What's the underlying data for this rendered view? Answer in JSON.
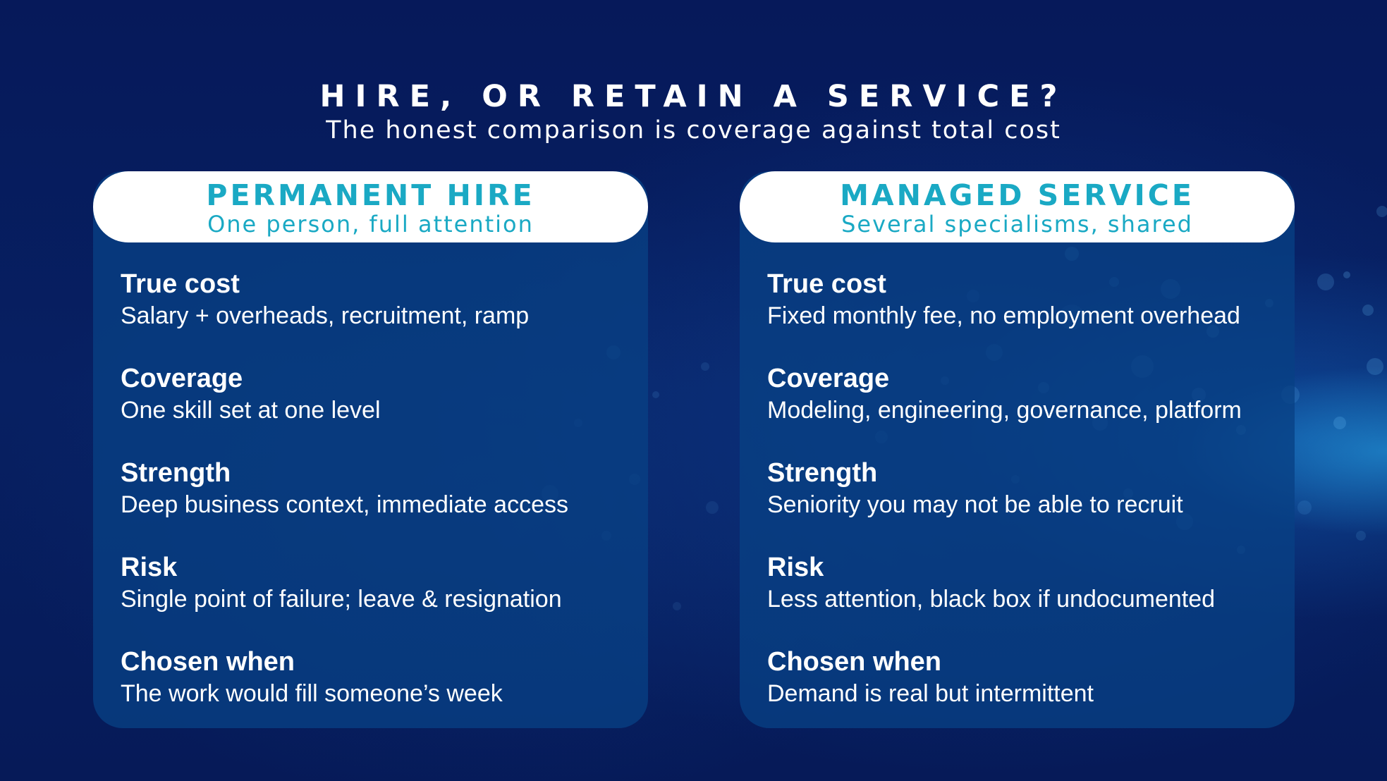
{
  "header": {
    "title": "HIRE, OR RETAIN A SERVICE?",
    "subtitle": "The honest comparison is coverage against total cost"
  },
  "colors": {
    "background": "#071d60",
    "card_fill": "#0a4585",
    "header_pill": "#ffffff",
    "accent_teal": "#1aa9c4",
    "text": "#ffffff"
  },
  "columns": [
    {
      "title": "PERMANENT HIRE",
      "subtitle": "One person, full attention",
      "rows": [
        {
          "label": "True cost",
          "value": "Salary + overheads, recruitment, ramp"
        },
        {
          "label": "Coverage",
          "value": "One skill set at one level"
        },
        {
          "label": "Strength",
          "value": "Deep business context, immediate access"
        },
        {
          "label": "Risk",
          "value": "Single point of failure; leave & resignation"
        },
        {
          "label": "Chosen when",
          "value": "The work would fill someone’s week"
        }
      ]
    },
    {
      "title": "MANAGED SERVICE",
      "subtitle": "Several specialisms, shared",
      "rows": [
        {
          "label": "True cost",
          "value": "Fixed monthly fee, no employment overhead"
        },
        {
          "label": "Coverage",
          "value": "Modeling, engineering, governance, platform"
        },
        {
          "label": "Strength",
          "value": "Seniority you may not be able to recruit"
        },
        {
          "label": "Risk",
          "value": "Less attention, black box if undocumented"
        },
        {
          "label": "Chosen when",
          "value": "Demand is real but intermittent"
        }
      ]
    }
  ]
}
